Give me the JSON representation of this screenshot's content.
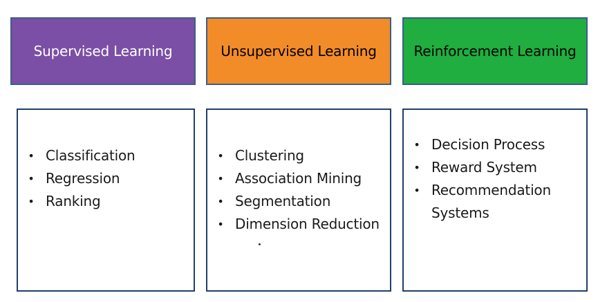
{
  "colors": {
    "supervised": "#7b4fa5",
    "unsupervised": "#f28c28",
    "reinforcement": "#1fae3f",
    "header_text_light": "#ffffff",
    "header_text_dark": "#000000"
  },
  "columns": [
    {
      "title": "Supervised Learning",
      "items": [
        "Classification",
        "Regression",
        "Ranking"
      ]
    },
    {
      "title": "Unsupervised Learning",
      "items": [
        "Clustering",
        "Association Mining",
        "Segmentation",
        "Dimension Reduction"
      ]
    },
    {
      "title": "Reinforcement Learning",
      "items": [
        "Decision Process",
        "Reward System",
        "Recommendation Systems"
      ]
    }
  ],
  "bullet_glyph": "•"
}
